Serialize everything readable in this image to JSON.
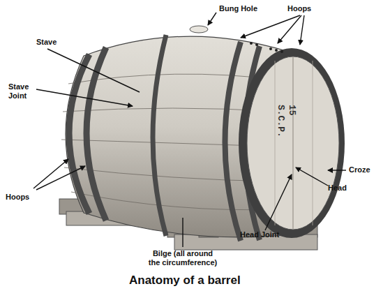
{
  "diagram": {
    "title": "Anatomy of a barrel",
    "labels": [
      "Bung Hole",
      "Hoops",
      "Stave",
      "Stave Joint",
      "Hoops",
      "Bilge (all around the circumference)",
      "Croze",
      "Head",
      "Head Joint",
      "15",
      "S.C.P."
    ]
  }
}
